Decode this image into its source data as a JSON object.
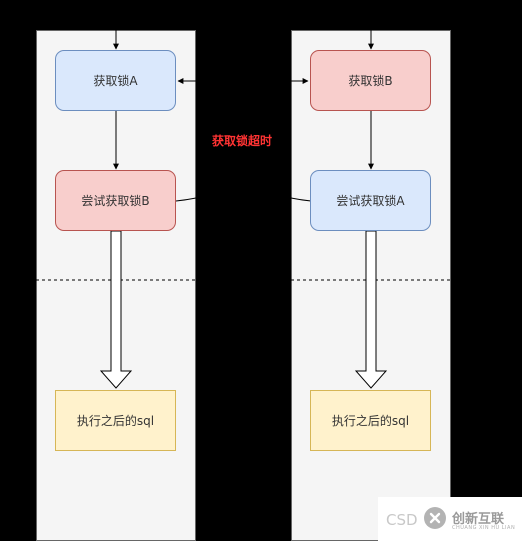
{
  "nodes": {
    "left_acquire_a": "获取锁A",
    "left_try_b": "尝试获取锁B",
    "left_exec": "执行之后的sql",
    "right_acquire_b": "获取锁B",
    "right_try_a": "尝试获取锁A",
    "right_exec": "执行之后的sql"
  },
  "annotation": {
    "timeout": "获取锁超时"
  },
  "watermark": {
    "prefix": "CSD",
    "brand": "创新互联",
    "sub": "CHUANG XIN HU LIAN"
  },
  "colors": {
    "lane_fill": "#f5f5f5",
    "blue_fill": "#dae8fc",
    "blue_stroke": "#6c8ebf",
    "red_fill": "#f8cecc",
    "red_stroke": "#b85450",
    "yellow_fill": "#fff2cc",
    "yellow_stroke": "#d6b656",
    "timeout_text": "#ff3333"
  }
}
